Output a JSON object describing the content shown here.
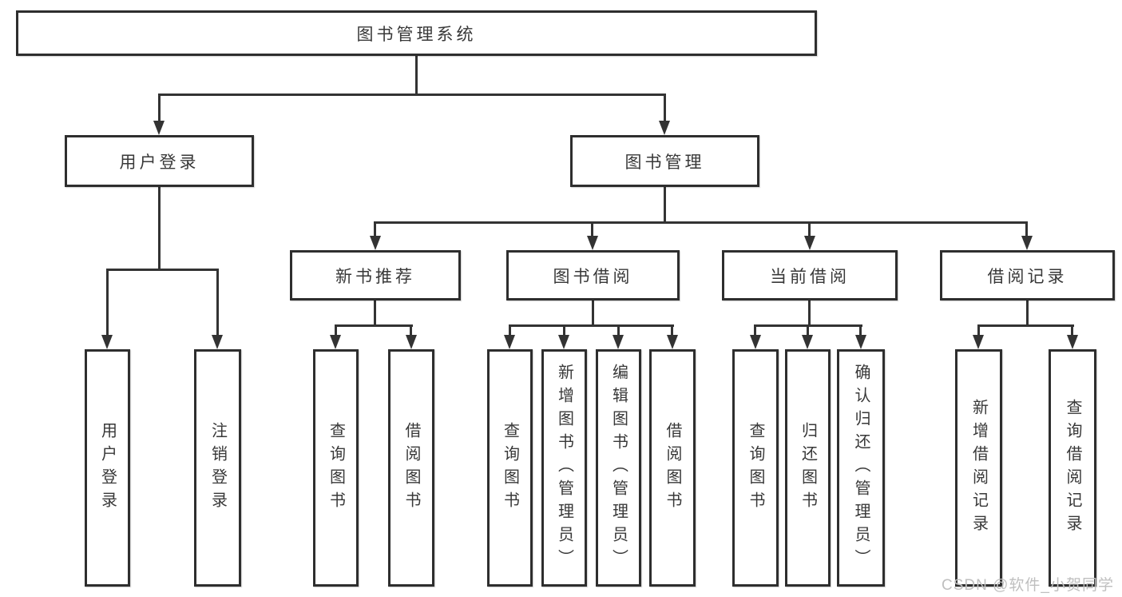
{
  "title": "图书管理系统",
  "watermark": "CSDN @软件_小贺同学",
  "colors": {
    "line": "#333333",
    "box_border": "#2e2e2e",
    "text": "#383838",
    "background": "#ffffff",
    "watermark": "#bfbfbf"
  },
  "tree": {
    "user_login": {
      "label": "用户登录",
      "children": [
        {
          "label": "用户登录"
        },
        {
          "label": "注销登录"
        }
      ]
    },
    "book_management": {
      "label": "图书管理",
      "groups": [
        {
          "label": "新书推荐",
          "children": [
            {
              "label": "查询图书"
            },
            {
              "label": "借阅图书"
            }
          ]
        },
        {
          "label": "图书借阅",
          "children": [
            {
              "label": "查询图书"
            },
            {
              "label": "新增图书（管理员）"
            },
            {
              "label": "编辑图书（管理员）"
            },
            {
              "label": "借阅图书"
            }
          ]
        },
        {
          "label": "当前借阅",
          "children": [
            {
              "label": "查询图书"
            },
            {
              "label": "归还图书"
            },
            {
              "label": "确认归还（管理员）"
            }
          ]
        },
        {
          "label": "借阅记录",
          "children": [
            {
              "label": "新增借阅记录"
            },
            {
              "label": "查询借阅记录"
            }
          ]
        }
      ]
    }
  }
}
